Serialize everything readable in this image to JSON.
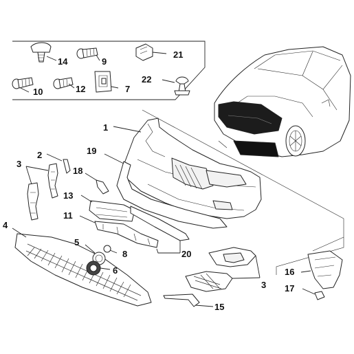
{
  "diagram": {
    "labels": {
      "l1": "1",
      "l2": "2",
      "l3a": "3",
      "l3b": "3",
      "l4": "4",
      "l5": "5",
      "l6": "6",
      "l7": "7",
      "l8": "8",
      "l9": "9",
      "l10": "10",
      "l11": "11",
      "l12": "12",
      "l13": "13",
      "l14": "14",
      "l15": "15",
      "l16": "16",
      "l17": "17",
      "l18": "18",
      "l19": "19",
      "l20": "20",
      "l21": "21",
      "l22": "22"
    },
    "icons": {
      "screw": "hex-screw-icon",
      "clip": "retainer-clip-icon",
      "car": "car-silhouette-icon"
    }
  }
}
